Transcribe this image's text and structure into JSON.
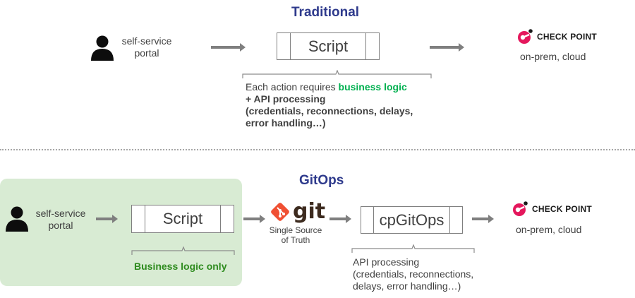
{
  "traditional": {
    "title": "Traditional",
    "portal_label_1": "self-service",
    "portal_label_2": "portal",
    "script_label": "Script",
    "target_brand": "CHECK POINT",
    "target_label": "on-prem, cloud",
    "note_line1_prefix": "Each action requires ",
    "note_line1_highlight": "business logic",
    "note_line2": "+ API processing",
    "note_line3": "(credentials, reconnections, delays,",
    "note_line4": "error handling…)"
  },
  "gitops": {
    "title": "GitOps",
    "portal_label_1": "self-service",
    "portal_label_2": "portal",
    "script_label": "Script",
    "script_note": "Business logic only",
    "git_label": "git",
    "git_caption_1": "Single Source",
    "git_caption_2": "of Truth",
    "cpgitops_label": "cpGitOps",
    "api_note_1": "API processing",
    "api_note_2": "(credentials, reconnections,",
    "api_note_3": "delays, error handling…)",
    "target_brand": "CHECK POINT",
    "target_label": "on-prem, cloud"
  },
  "colors": {
    "title": "#2e3a8c",
    "highlight_green": "#00b050",
    "dark_green": "#2e8b1e",
    "panel_green": "#d8ebd3",
    "checkpoint_pink": "#e4175c",
    "git_orange": "#f05033"
  },
  "icons": {
    "user": "person-icon",
    "brand": "check-point-logo",
    "git": "git-logo"
  }
}
